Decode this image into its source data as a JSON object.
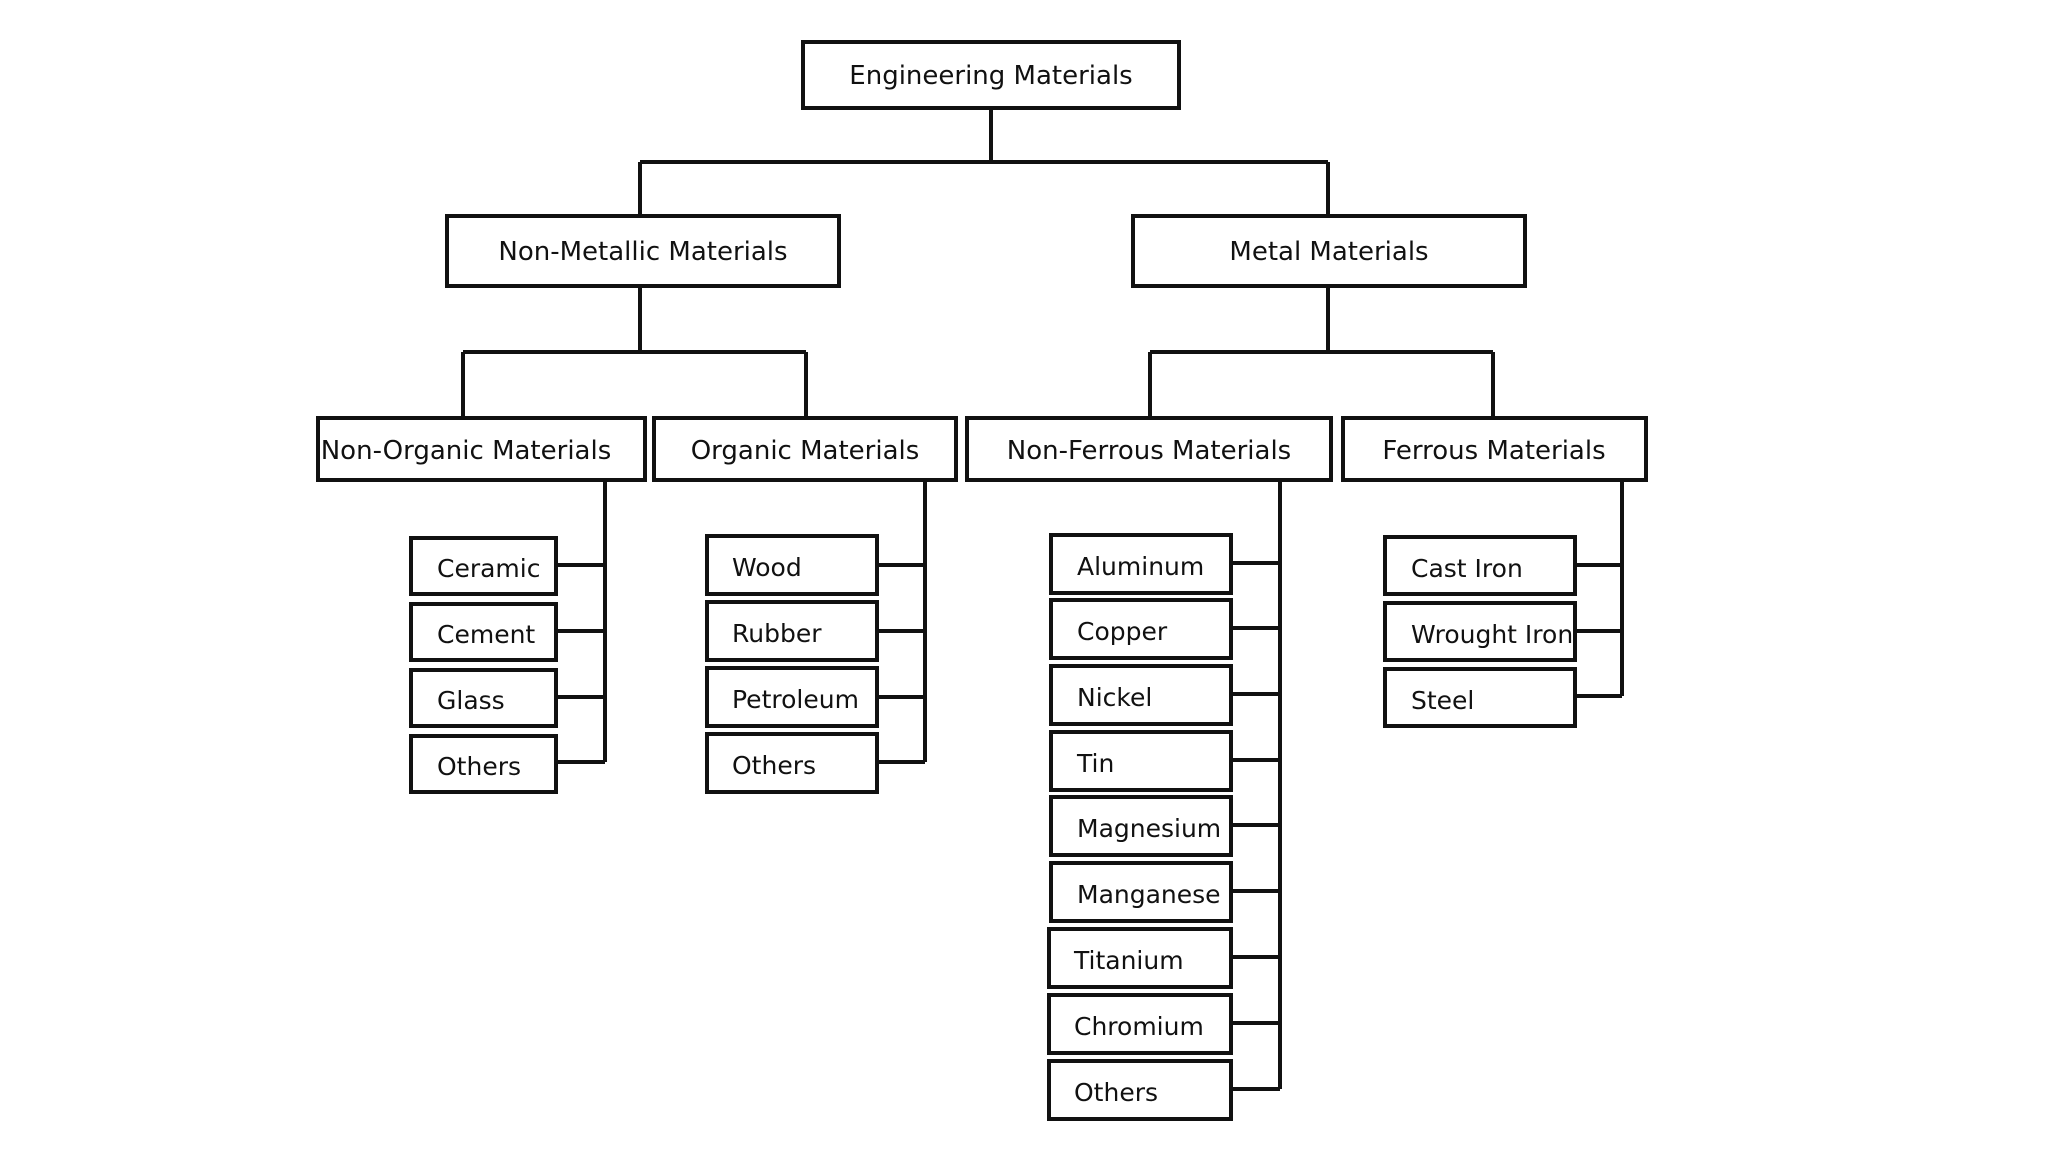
{
  "root": "Engineering Materials",
  "branches": [
    {
      "label": "Non-Metallic Materials",
      "groups": [
        {
          "label": "Non-Organic Materials",
          "items": [
            "Ceramic",
            "Cement",
            "Glass",
            "Others"
          ]
        },
        {
          "label": "Organic Materials",
          "items": [
            "Wood",
            "Rubber",
            "Petroleum",
            "Others"
          ]
        }
      ]
    },
    {
      "label": "Metal Materials",
      "groups": [
        {
          "label": "Non-Ferrous Materials",
          "items": [
            "Aluminum",
            "Copper",
            "Nickel",
            "Tin",
            "Magnesium",
            "Manganese",
            "Titanium",
            "Chromium",
            "Others"
          ]
        },
        {
          "label": "Ferrous Materials",
          "items": [
            "Cast Iron",
            "Wrought Iron",
            "Steel"
          ]
        }
      ]
    }
  ]
}
